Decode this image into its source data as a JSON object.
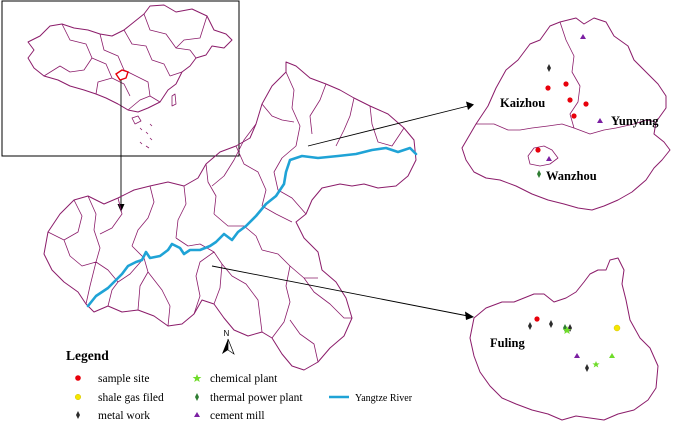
{
  "inset_box": {
    "stroke": "#000000"
  },
  "regions": {
    "kaizhou": "Kaizhou",
    "yunyang": "Yunyang",
    "wanzhou": "Wanzhou",
    "fuling": "Fuling"
  },
  "north_arrow": {
    "label": "N"
  },
  "legend": {
    "title": "Legend",
    "items": [
      {
        "label": "sample site",
        "symbol": "dot",
        "color": "#e8000b"
      },
      {
        "label": "shale gas filed",
        "symbol": "dot",
        "color": "#f5e600"
      },
      {
        "label": "metal work",
        "symbol": "diamond",
        "color": "#2b2b2b"
      },
      {
        "label": "chemical plant",
        "symbol": "star",
        "color": "#6fdc2a"
      },
      {
        "label": "thermal power plant",
        "symbol": "diamond",
        "color": "#2e7d32"
      },
      {
        "label": "cement mill",
        "symbol": "triangle",
        "color": "#7b1fa2"
      },
      {
        "label": "Yangtze River",
        "symbol": "line",
        "color": "#1fa3d6"
      }
    ]
  },
  "colors": {
    "boundary": "#8b1c6a",
    "river": "#1fa3d6",
    "highlight": "#e8000b"
  },
  "icons": [
    "north-arrow-icon",
    "sample-site-icon",
    "shale-gas-icon",
    "metal-work-icon",
    "chemical-plant-icon",
    "thermal-power-icon",
    "cement-mill-icon"
  ]
}
